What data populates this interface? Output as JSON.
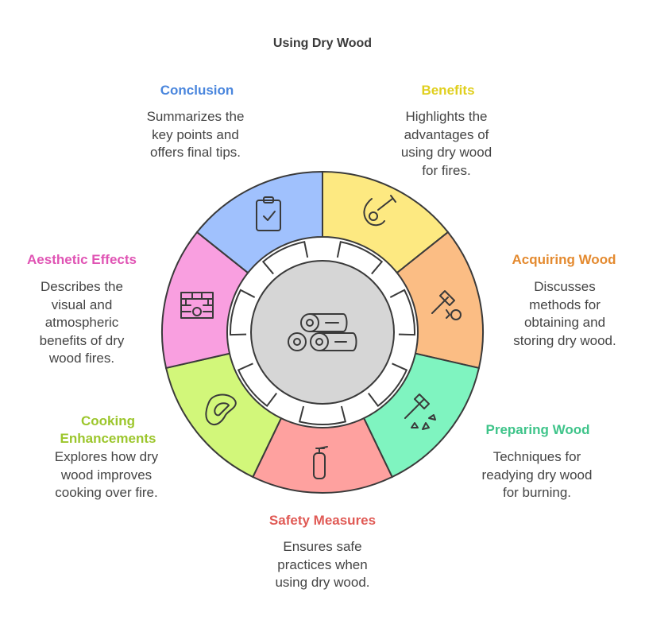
{
  "title": "Using Dry Wood",
  "colors": {
    "benefits": "#fde981",
    "acquiring": "#fbbd84",
    "preparing": "#7ff4c0",
    "safety": "#fea19f",
    "cooking": "#d2f77a",
    "aesthetic": "#f99fe0",
    "conclusion": "#a0c1fd",
    "center": "#d6d6d6",
    "outline": "#3a3a3a"
  },
  "segments": {
    "benefits": {
      "label": "Benefits",
      "label_color": "#e0cf1e",
      "lines": [
        "Highlights the",
        "advantages of",
        "using dry wood",
        "for fires."
      ],
      "icon": "fire-icon"
    },
    "acquiring": {
      "label": "Acquiring Wood",
      "label_color": "#e48a2f",
      "lines": [
        "Discusses",
        "methods for",
        "obtaining and",
        "storing dry wood."
      ],
      "icon": "axe-log-icon"
    },
    "preparing": {
      "label": "Preparing Wood",
      "label_color": "#3fc48a",
      "lines": [
        "Techniques for",
        "readying dry wood",
        "for burning."
      ],
      "icon": "axe-chips-icon"
    },
    "safety": {
      "label": "Safety Measures",
      "label_color": "#e05a55",
      "lines": [
        "Ensures safe",
        "practices when",
        "using dry wood."
      ],
      "icon": "extinguisher-icon"
    },
    "cooking": {
      "label_lines": [
        "Cooking",
        "Enhancements"
      ],
      "label_color": "#9cc62c",
      "lines": [
        "Explores how dry",
        "wood improves",
        "cooking over fire."
      ],
      "icon": "steak-icon"
    },
    "aesthetic": {
      "label": "Aesthetic Effects",
      "label_color": "#e054b4",
      "lines": [
        "Describes the",
        "visual and",
        "atmospheric",
        "benefits of dry",
        "wood fires."
      ],
      "icon": "fireplace-icon"
    },
    "conclusion": {
      "label": "Conclusion",
      "label_color": "#4a86dd",
      "lines": [
        "Summarizes the",
        "key points and",
        "offers final tips."
      ],
      "icon": "clipboard-check-icon"
    }
  },
  "center_icon": "logs-icon"
}
